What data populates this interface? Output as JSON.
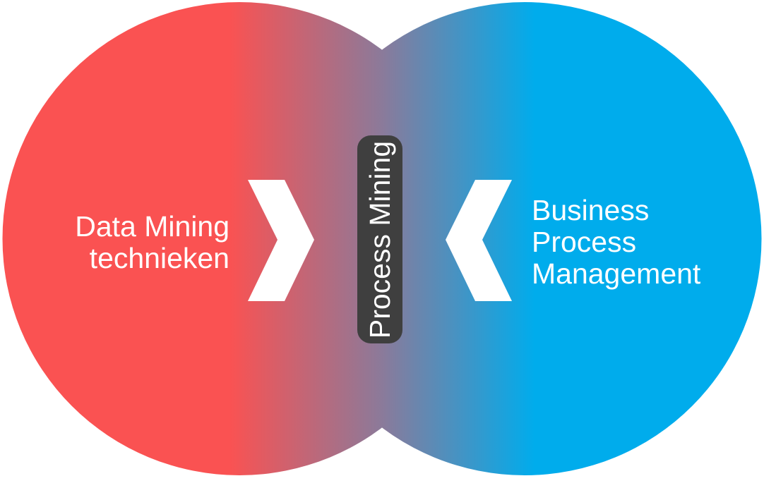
{
  "diagram": {
    "type": "venn-overlap",
    "left_circle": {
      "name": "Data Mining technieken",
      "label_lines": [
        "Data Mining",
        "technieken"
      ],
      "color": "#FA5252"
    },
    "right_circle": {
      "name": "Business Process Management",
      "label_lines": [
        "Business",
        "Process",
        "Management"
      ],
      "color": "#00ACEC"
    },
    "overlap": {
      "label": "Process Mining",
      "pill_background": "#3F3F3F",
      "blend_color": "#8B7A9A",
      "text_color": "#FFFFFF"
    },
    "icons": {
      "left": "chevron-right-icon",
      "right": "chevron-left-icon",
      "color": "#FFFFFF"
    }
  }
}
